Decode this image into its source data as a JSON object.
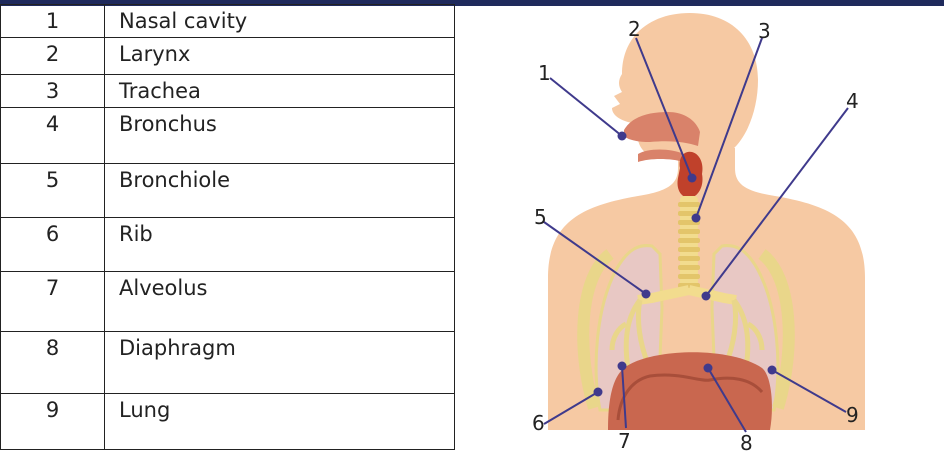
{
  "table": {
    "rows": [
      {
        "number": "1",
        "term": "Nasal cavity"
      },
      {
        "number": "2",
        "term": "Larynx"
      },
      {
        "number": "3",
        "term": "Trachea"
      },
      {
        "number": "4",
        "term": "Bronchus"
      },
      {
        "number": "5",
        "term": "Bronchiole"
      },
      {
        "number": "6",
        "term": "Rib"
      },
      {
        "number": "7",
        "term": "Alveolus"
      },
      {
        "number": "8",
        "term": "Diaphragm"
      },
      {
        "number": "9",
        "term": "Lung"
      }
    ]
  },
  "diagram": {
    "labels": [
      "1",
      "2",
      "3",
      "4",
      "5",
      "6",
      "7",
      "8",
      "9"
    ],
    "colors": {
      "skin": "#f6c9a3",
      "skin_dark": "#f0b88a",
      "nasal": "#d9826a",
      "larynx": "#c0412b",
      "trachea": "#f2dc8e",
      "lung": "#e8c8c4",
      "rib": "#e9d68a",
      "diaphragm": "#c9674f",
      "leader": "#3f3a8c",
      "top_bar": "#1f2a5c"
    }
  }
}
